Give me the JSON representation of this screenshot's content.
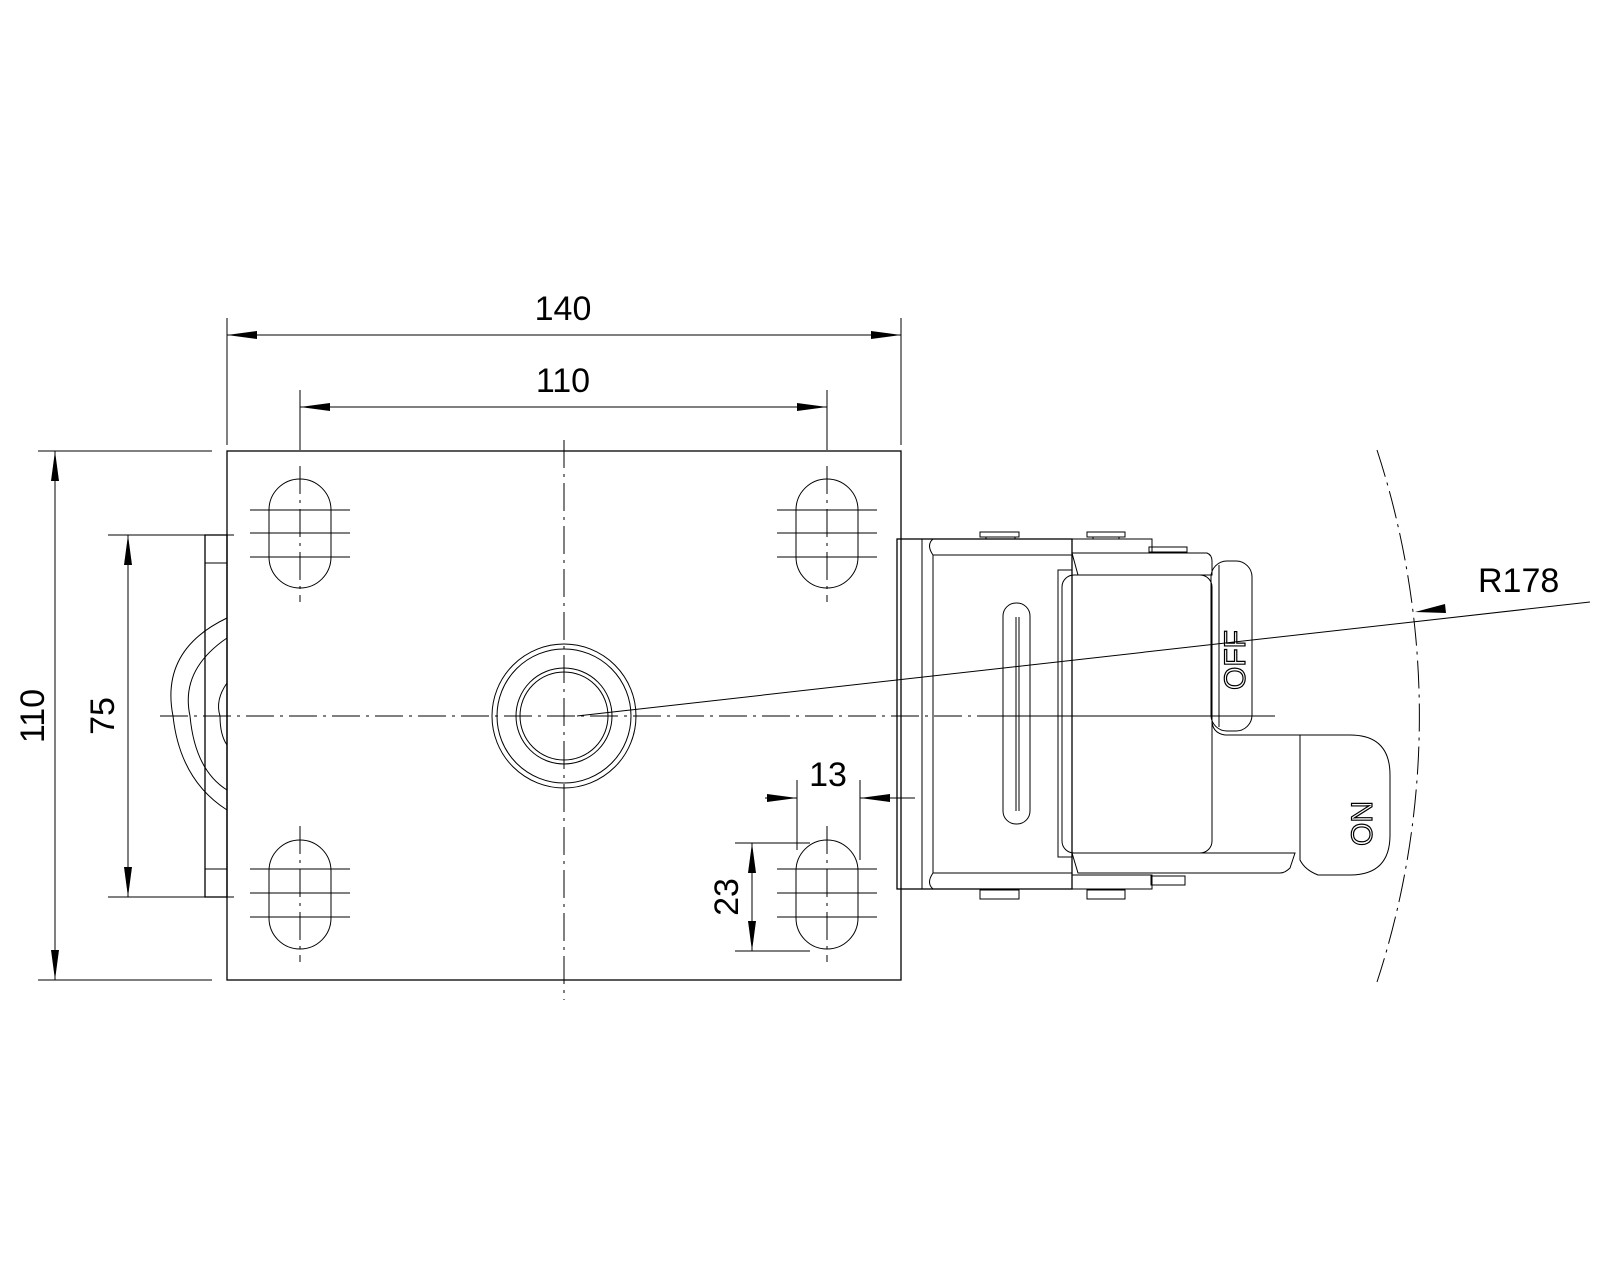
{
  "drawing": {
    "dimensions": {
      "overall_width": "140",
      "hole_spacing_x": "110",
      "overall_height": "110",
      "bracket_height": "75",
      "slot_width": "13",
      "slot_length": "23",
      "swivel_radius": "R178"
    },
    "labels": {
      "brake_off": "OFF",
      "brake_on": "ON"
    }
  }
}
